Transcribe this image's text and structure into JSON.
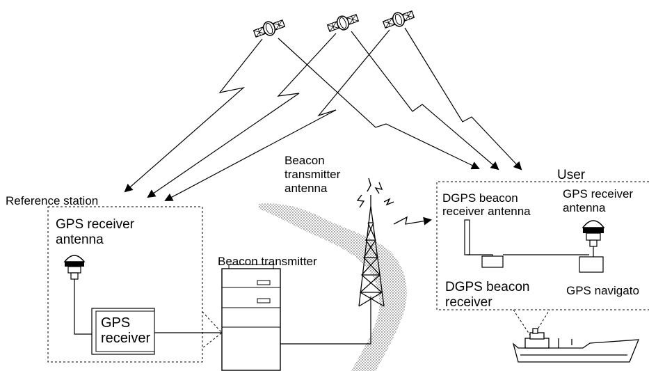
{
  "labels": {
    "reference_station": "Reference station",
    "gps_receiver_antenna_left": [
      "GPS receiver",
      "antenna"
    ],
    "gps_receiver_box": [
      "GPS",
      "receiver"
    ],
    "beacon_transmitter": "Beacon transmitter",
    "beacon_transmitter_antenna": [
      "Beacon",
      "transmitter",
      "antenna"
    ],
    "user": "User",
    "dgps_beacon_receiver_antenna": [
      "DGPS beacon",
      "receiver antenna"
    ],
    "gps_receiver_antenna_right": [
      "GPS receiver",
      "antenna"
    ],
    "dgps_beacon_receiver": [
      "DGPS beacon",
      "receiver"
    ],
    "gps_navigator": "GPS navigato"
  },
  "colors": {
    "line": "#000000",
    "coast_fill": "#d0d0d0",
    "background": "#ffffff"
  },
  "icons": [
    "satellite-icon",
    "lightning-signal-icon",
    "gps-antenna-icon",
    "transmitter-tower-icon",
    "ship-icon"
  ]
}
